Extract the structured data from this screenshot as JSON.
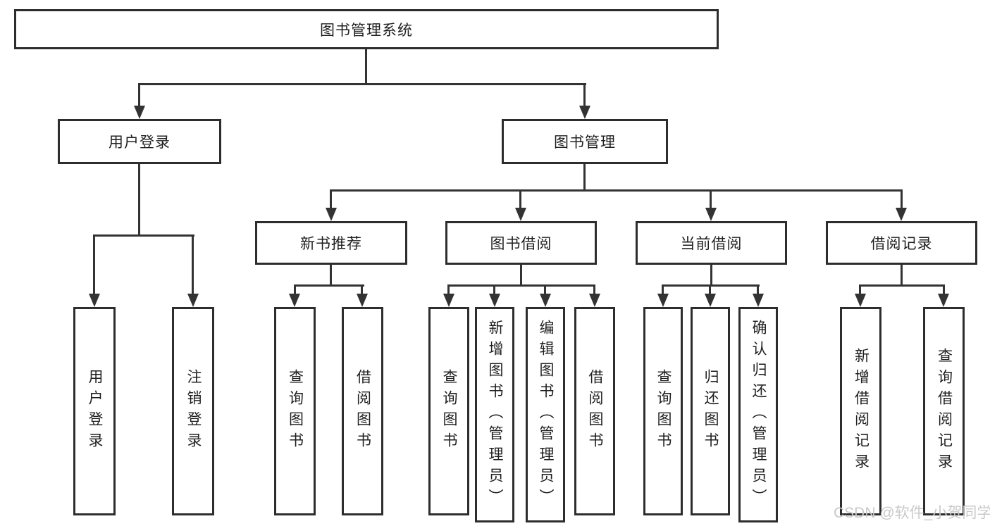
{
  "tree": {
    "root": {
      "label": "图书管理系统"
    },
    "children": [
      {
        "label": "用户登录",
        "children": [
          {
            "label": "用户登录"
          },
          {
            "label": "注销登录"
          }
        ]
      },
      {
        "label": "图书管理",
        "children": [
          {
            "label": "新书推荐",
            "children": [
              {
                "label": "查询图书"
              },
              {
                "label": "借阅图书"
              }
            ]
          },
          {
            "label": "图书借阅",
            "children": [
              {
                "label": "查询图书"
              },
              {
                "label": "新增图书（管理员）"
              },
              {
                "label": "编辑图书（管理员）"
              },
              {
                "label": "借阅图书"
              }
            ]
          },
          {
            "label": "当前借阅",
            "children": [
              {
                "label": "查询图书"
              },
              {
                "label": "归还图书"
              },
              {
                "label": "确认归还（管理员）"
              }
            ]
          },
          {
            "label": "借阅记录",
            "children": [
              {
                "label": "新增借阅记录"
              },
              {
                "label": "查询借阅记录"
              }
            ]
          }
        ]
      }
    ]
  },
  "watermark": "CSDN @软件_小贺同学",
  "colors": {
    "line": "#333333",
    "box_border": "#2d2d2d",
    "box_fill": "#ffffff",
    "text": "#1f1f1f",
    "watermark": "#c9c9c9",
    "background": "#ffffff"
  }
}
